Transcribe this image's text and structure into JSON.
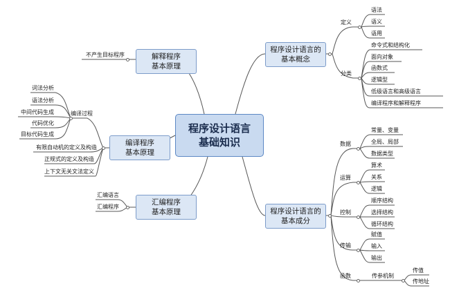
{
  "central": "程序设计语言\n基础知识",
  "interp": {
    "title": "解释程序\n基本原理",
    "leaf": "不产生目标程序"
  },
  "compiler": {
    "title": "编译程序\n基本原理",
    "group_label": "编译过程",
    "group_items": [
      "词法分析",
      "语法分析",
      "中间代码生成",
      "代码优化",
      "目标代码生成"
    ],
    "items": [
      "有限自动机的定义及构造",
      "正规式的定义及构造",
      "上下文无关文法定义"
    ]
  },
  "assembler": {
    "title": "汇编程序\n基本原理",
    "items": [
      "汇编语言",
      "汇编程序"
    ]
  },
  "concept": {
    "title": "程序设计语言的\n基本概念",
    "def_label": "定义",
    "def_items": [
      "语法",
      "语义",
      "语用"
    ],
    "cat_label": "分类",
    "cat_items": [
      "命令式和结构化",
      "面向对象",
      "函数式",
      "逻辑型",
      "低级语言和高级语言",
      "编译程序和解释程序"
    ]
  },
  "composition": {
    "title": "程序设计语言的\n基本成分",
    "data_label": "数据",
    "data_items": [
      "常量、变量",
      "全局、局部",
      "数据类型"
    ],
    "op_label": "运算",
    "op_items": [
      "算术",
      "关系",
      "逻辑"
    ],
    "ctrl_label": "控制",
    "ctrl_items": [
      "顺序结构",
      "选择结构",
      "循环结构"
    ],
    "io_label": "传输",
    "io_items": [
      "赋值",
      "输入",
      "输出"
    ],
    "func_label": "函数",
    "param_label": "传参机制",
    "param_items": [
      "传值",
      "传地址"
    ]
  }
}
